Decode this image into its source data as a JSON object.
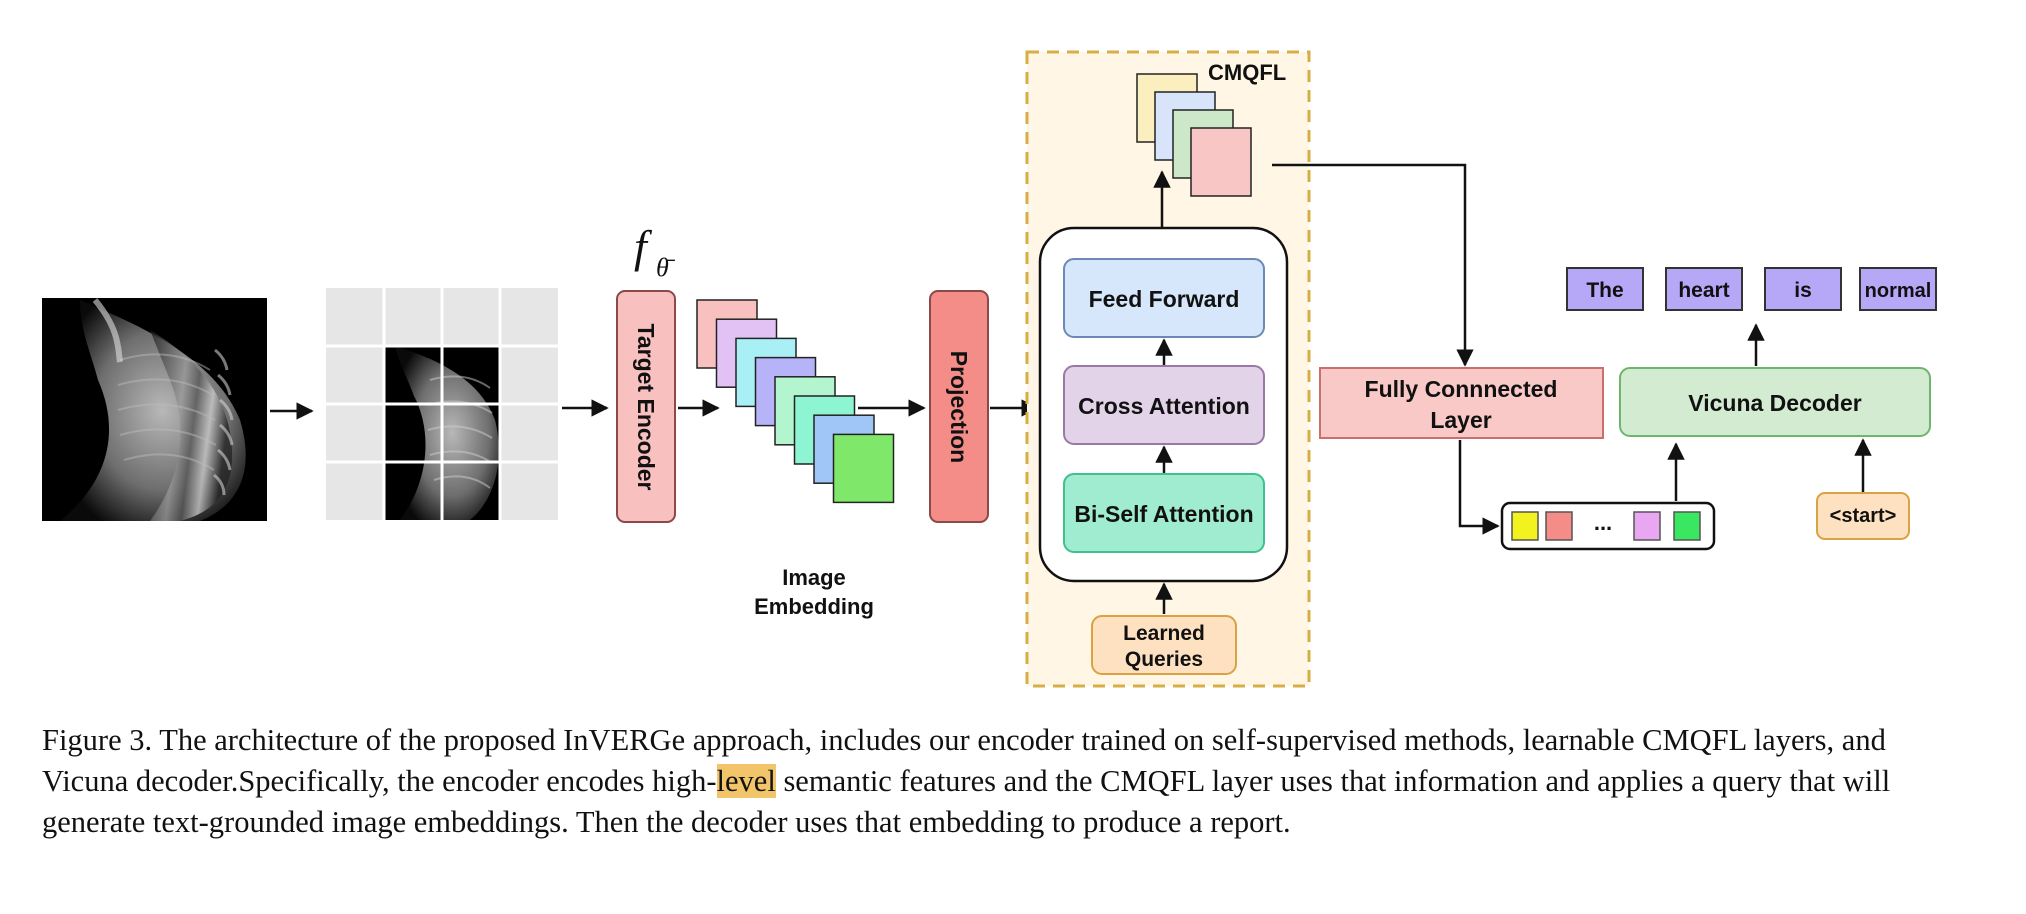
{
  "figure": {
    "symbol": "f",
    "symbol_subscript": "θ̄",
    "labels": {
      "target_encoder": "Target Encoder",
      "image_embedding_line1": "Image",
      "image_embedding_line2": "Embedding",
      "projection": "Projection",
      "cmqfl": "CMQFL",
      "feed_forward": "Feed Forward",
      "cross_attention": "Cross Attention",
      "bi_self_attention": "Bi-Self Attention",
      "learned_queries_line1": "Learned",
      "learned_queries_line2": "Queries",
      "fully_connected_line1": "Fully Connnected",
      "fully_connected_line2": "Layer",
      "token_ellipsis": "...",
      "vicuna_decoder": "Vicuna Decoder",
      "start_token": "<start>"
    },
    "output_words": [
      "The",
      "heart",
      "is",
      "normal"
    ],
    "colors": {
      "target_encoder": "#f8c0bf",
      "projection": "#f48c88",
      "feed_forward": "#d6e6fb",
      "cross_attention": "#e3d3e8",
      "bi_self_attention": "#a0ecd0",
      "learned_queries": "#fde1c0",
      "fully_connected": "#f9c9c8",
      "vicuna_decoder": "#d2ebd1",
      "start_token": "#fde1c0",
      "word_box": "#b7a8f7",
      "cmqfl_region": "#fff6e5",
      "cmqfl_border": "#d7ad45"
    },
    "embedding_stack_colors": [
      "#f8c0bf",
      "#e2c2f5",
      "#a8f0f5",
      "#b7b3f8",
      "#b3f5cf",
      "#8ef5d2",
      "#a0c6f7",
      "#7fe86a"
    ],
    "cmqfl_stack_colors": [
      "#fbefbf",
      "#d7e4fa",
      "#cde8c9",
      "#f8c6c4"
    ],
    "token_colors": [
      "#f2f21e",
      "#f48c88",
      "#e9a7f2",
      "#39e860"
    ]
  },
  "caption": {
    "part1": "Figure 3. The architecture of the proposed InVERGe approach, includes our encoder trained on self-supervised methods, learnable CMQFL layers, and Vicuna decoder.Specifically, the encoder encodes high-",
    "highlight": "level",
    "part2": " semantic features and the CMQFL layer uses that information and applies a query that will generate text-grounded image embeddings. Then the decoder uses that embedding to produce a report."
  }
}
